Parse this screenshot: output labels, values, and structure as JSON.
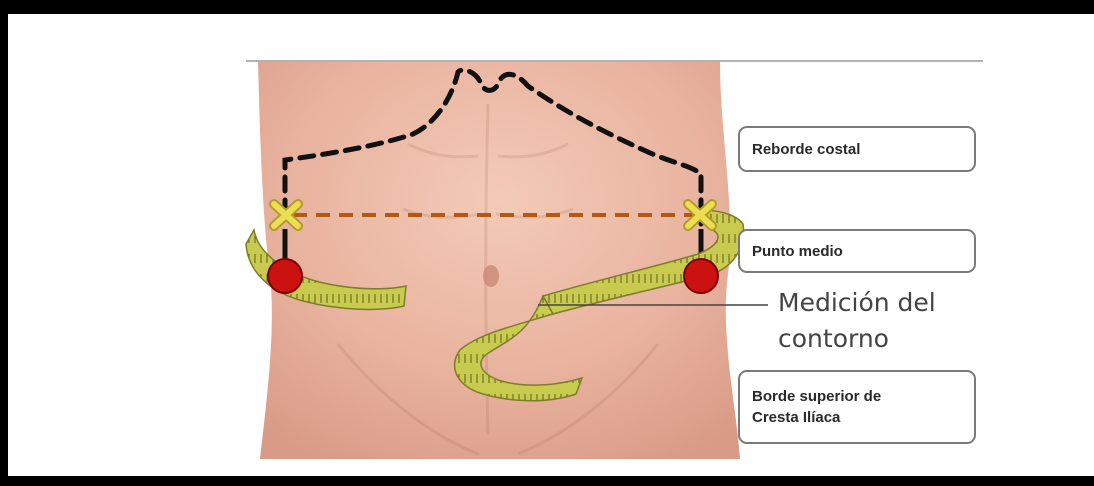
{
  "labels": {
    "reborde_costal": "Reborde costal",
    "punto_medio": "Punto medio",
    "cresta_line1": "Borde superior de",
    "cresta_line2": "Cresta Ilíaca"
  },
  "callout": {
    "line1": "Medición del",
    "line2": "contorno"
  },
  "colors": {
    "skin": "#e9b7a3",
    "marker_red": "#cc1111",
    "tape": "#c8c94a",
    "cross_yellow": "#e8d84a",
    "dashed_black": "#111111",
    "dashed_orange": "#b35a12"
  }
}
